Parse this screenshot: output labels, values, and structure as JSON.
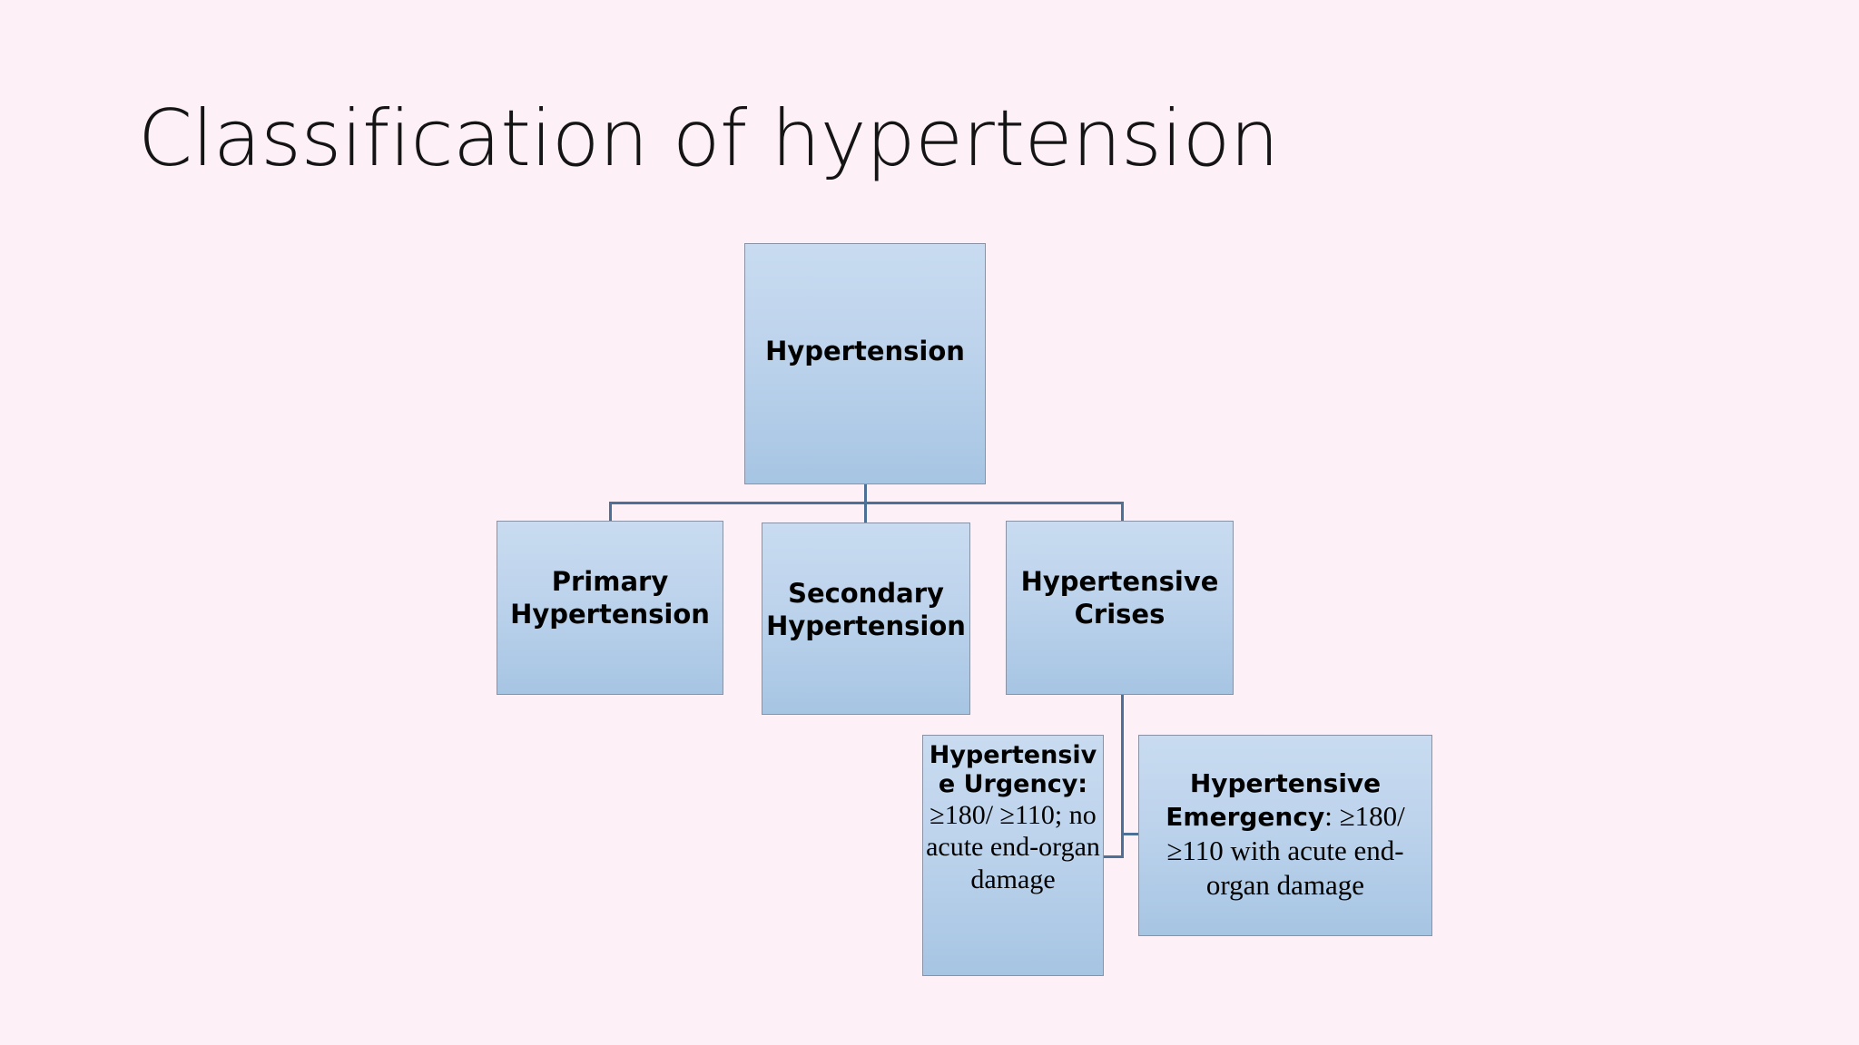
{
  "slide": {
    "title": "Classification of hypertension",
    "background_color": "#fdf1f7"
  },
  "theme": {
    "node_fill_top": "#c8dbf0",
    "node_fill_bottom": "#a6c5e3",
    "node_border": "#8a93a6",
    "connector_color": "#4d7196",
    "text_color": "#000000",
    "title_color": "#141414"
  },
  "diagram": {
    "type": "hierarchy",
    "root": "hypertension",
    "nodes": [
      {
        "id": "hypertension",
        "label": "Hypertension",
        "level": 0
      },
      {
        "id": "primary",
        "label_line1": "Primary",
        "label_line2": "Hypertension",
        "level": 1
      },
      {
        "id": "secondary",
        "label_line1": "Secondary",
        "label_line2": "Hypertension",
        "level": 1
      },
      {
        "id": "crises",
        "label_line1": "Hypertensive",
        "label_line2": "Crises",
        "level": 1
      },
      {
        "id": "urgency",
        "heading": "Hypertensiv e Urgency:",
        "detail": "≥180/ ≥110; no acute end-organ damage",
        "level": 2
      },
      {
        "id": "emergency",
        "heading": "Hypertensive Emergency",
        "detail": ": ≥180/ ≥110 with acute end-organ damage",
        "level": 2
      }
    ],
    "edges": [
      {
        "from": "hypertension",
        "to": "primary"
      },
      {
        "from": "hypertension",
        "to": "secondary"
      },
      {
        "from": "hypertension",
        "to": "crises"
      },
      {
        "from": "crises",
        "to": "urgency"
      },
      {
        "from": "crises",
        "to": "emergency"
      }
    ]
  }
}
